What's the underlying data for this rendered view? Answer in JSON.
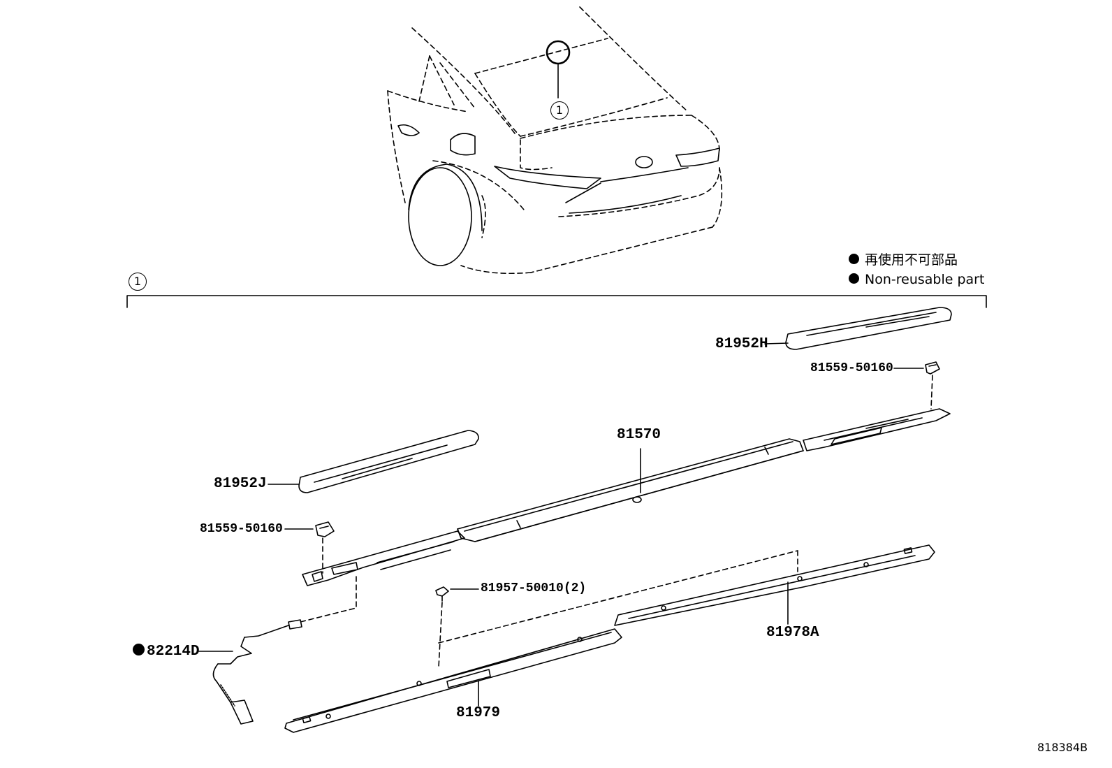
{
  "legend": {
    "japanese": "再使用不可部品",
    "english": "Non-reusable part"
  },
  "callout_number": "1",
  "parts": {
    "p81952H": "81952H",
    "p81559_top": "81559-50160",
    "p81570": "81570",
    "p81952J": "81952J",
    "p81559_left": "81559-50160",
    "p81957": "81957-50010(2)",
    "p82214D": "82214D",
    "p81978A": "81978A",
    "p81979": "81979"
  },
  "diagram_code": "818384B"
}
